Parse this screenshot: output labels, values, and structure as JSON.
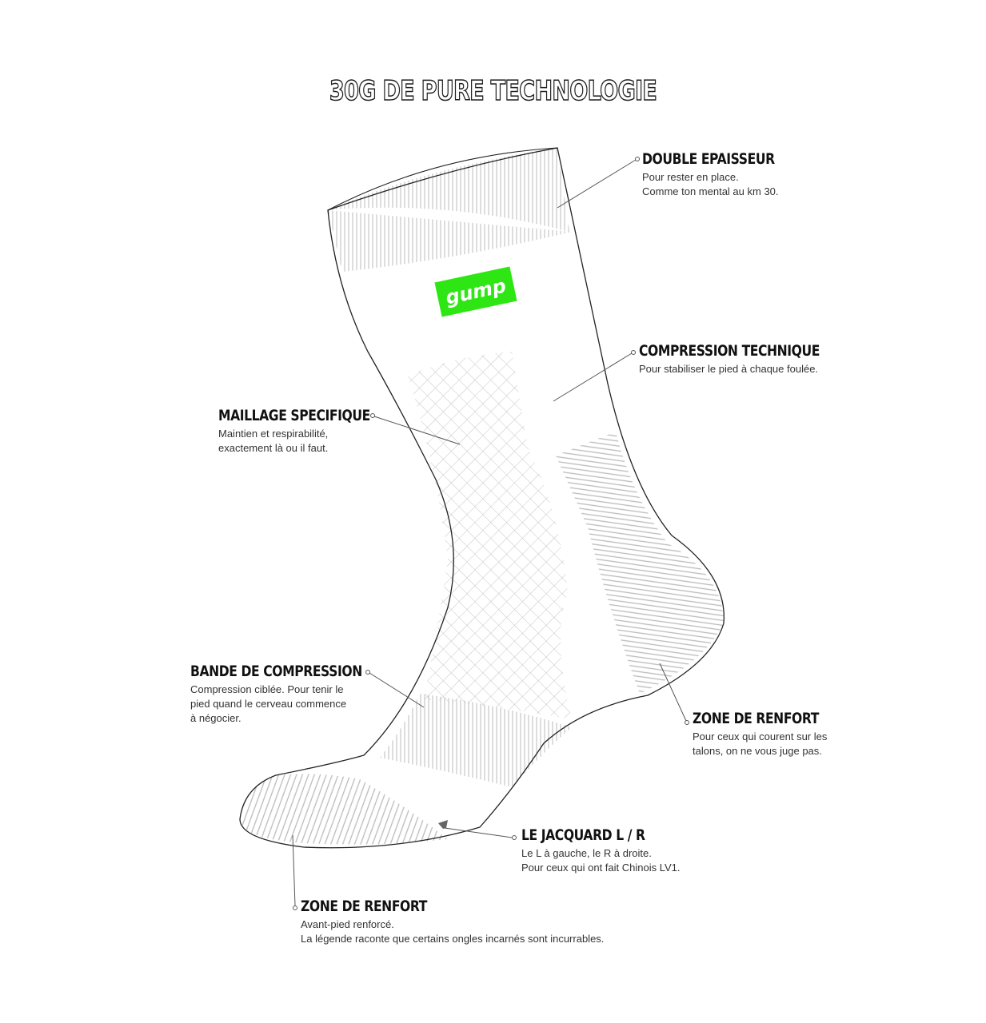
{
  "title": "30G DE PURE TECHNOLOGIE",
  "logo": "gump",
  "colors": {
    "logo_green": "#2ee614",
    "hatch": "#bbbbbb",
    "outline": "#222222"
  },
  "features": [
    {
      "title": "DOUBLE EPAISSEUR",
      "lines": [
        "Pour rester en place.",
        "Comme ton mental au km 30."
      ]
    },
    {
      "title": "COMPRESSION TECHNIQUE",
      "lines": [
        "Pour stabiliser le pied à chaque foulée."
      ]
    },
    {
      "title": "MAILLAGE SPECIFIQUE",
      "lines": [
        "Maintien et respirabilité,",
        "exactement là ou il faut."
      ]
    },
    {
      "title": "BANDE DE COMPRESSION",
      "lines": [
        "Compression ciblée. Pour tenir le",
        "pied quand le cerveau commence",
        "à négocier."
      ]
    },
    {
      "title": "ZONE DE RENFORT",
      "lines": [
        "Pour ceux qui courent sur les",
        "talons, on ne vous juge pas."
      ]
    },
    {
      "title": "LE JACQUARD L / R",
      "lines": [
        "Le L à gauche, le R à droite.",
        "Pour ceux qui ont fait Chinois LV1."
      ]
    },
    {
      "title": "ZONE DE RENFORT",
      "lines": [
        "Avant-pied renforcé.",
        "La légende raconte que certains ongles incarnés sont incurrables."
      ]
    }
  ]
}
